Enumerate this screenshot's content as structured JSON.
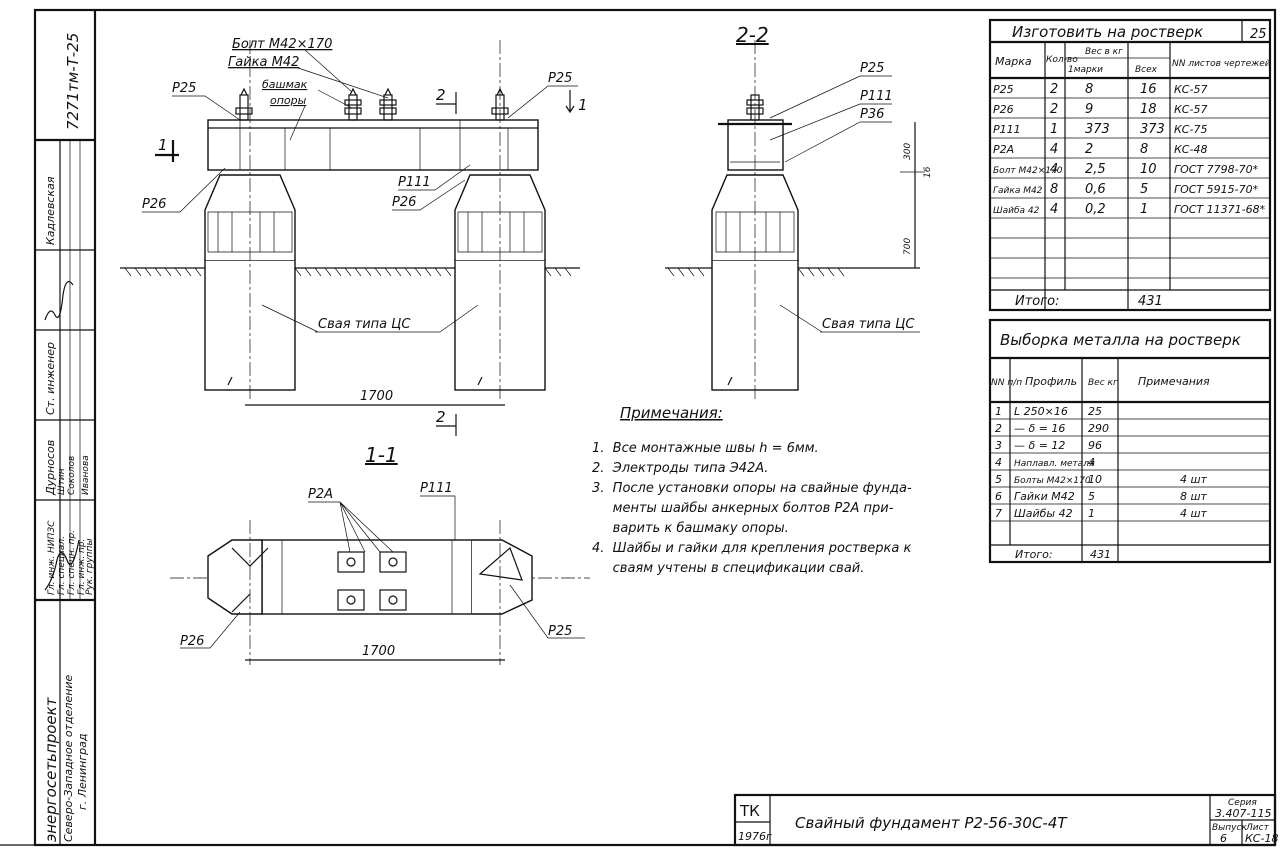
{
  "stamp_code": "7271тм-Т-25",
  "side_block": {
    "org_name": "энергосетьпроект",
    "org_branch": "Северо-Западное отделение",
    "org_city": "г. Ленинград",
    "roles": [
      "Гл. инж. НИПЗС",
      "Гл. специал.",
      "Гл. спецн. пр.",
      "Гл. инж. пр.",
      "Рук. группы",
      "Ст. инженер"
    ],
    "names": [
      "Дурносов",
      "Штин",
      "Соколов",
      "Иванова",
      "Кадлевская"
    ]
  },
  "views": {
    "front_title": "",
    "side_title": "2-2",
    "plan_title": "1-1",
    "cut_mark_2": "2",
    "cut_mark_1": "1"
  },
  "front_labels": {
    "bolt": "Болт М42×170",
    "nut": "Гайка М42",
    "shoe_1": "башмак",
    "shoe_2": "опоры",
    "p25_left": "Р25",
    "p25_right": "Р25",
    "p26_left": "Р26",
    "p26_bottom": "Р26",
    "p111": "Р111",
    "pile_left": "Свая типа ЦС",
    "dim_1700": "1700"
  },
  "side_labels": {
    "p25": "Р25",
    "p111": "Р111",
    "p36": "Р36",
    "dim_300": "300",
    "dim_16": "16",
    "dim_700": "700",
    "pile": "Свая типа ЦС"
  },
  "plan_labels": {
    "p2a": "Р2А",
    "p111": "Р111",
    "p26": "Р26",
    "p25": "Р25",
    "dim_1700": "1700"
  },
  "notes": {
    "title": "Примечания:",
    "items": [
      "1.  Все монтажные швы h = 6мм.",
      "2.  Электроды типа Э42А.",
      "3.  После установки опоры на свайные фунда-",
      "     менты шайбы анкерных болтов Р2А при-",
      "     варить к башмаку опоры.",
      "4.  Шайбы и гайки для крепления ростверка к",
      "     сваям учтены в спецификации свай."
    ]
  },
  "spec_table": {
    "title": "Изготовить на ростверк",
    "title_num": "25",
    "headers": {
      "mark": "Марка",
      "qty": "Кол-во",
      "weight": "Вес в кг",
      "per_mark": "1марки",
      "total": "Всех",
      "sheets": "NN листов чертежей"
    },
    "rows": [
      {
        "mark": "Р25",
        "qty": "2",
        "w1": "8",
        "wall": "16",
        "sheet": "КС-57"
      },
      {
        "mark": "Р26",
        "qty": "2",
        "w1": "9",
        "wall": "18",
        "sheet": "КС-57"
      },
      {
        "mark": "Р111",
        "qty": "1",
        "w1": "373",
        "wall": "373",
        "sheet": "КС-75"
      },
      {
        "mark": "Р2А",
        "qty": "4",
        "w1": "2",
        "wall": "8",
        "sheet": "КС-48"
      },
      {
        "mark": "Болт М42×170",
        "qty": "4",
        "w1": "2,5",
        "wall": "10",
        "sheet": "ГОСТ 7798-70*"
      },
      {
        "mark": "Гайка М42",
        "qty": "8",
        "w1": "0,6",
        "wall": "5",
        "sheet": "ГОСТ 5915-70*"
      },
      {
        "mark": "Шайба 42",
        "qty": "4",
        "w1": "0,2",
        "wall": "1",
        "sheet": "ГОСТ 11371-68*"
      }
    ],
    "total_label": "Итого:",
    "total_value": "431"
  },
  "metal_table": {
    "title": "Выборка металла на ростверк",
    "headers": {
      "num": "NN п/п",
      "profile": "Профиль",
      "weight": "Вес кг",
      "notes": "Примечания"
    },
    "rows": [
      {
        "n": "1",
        "profile": "L 250×16",
        "weight": "25",
        "note": ""
      },
      {
        "n": "2",
        "profile": "— δ = 16",
        "weight": "290",
        "note": ""
      },
      {
        "n": "3",
        "profile": "— δ = 12",
        "weight": "96",
        "note": ""
      },
      {
        "n": "4",
        "profile": "Наплавл. металл",
        "weight": "4",
        "note": ""
      },
      {
        "n": "5",
        "profile": "Болты М42×170",
        "weight": "10",
        "note": "4 шт"
      },
      {
        "n": "6",
        "profile": "Гайки М42",
        "weight": "5",
        "note": "8 шт"
      },
      {
        "n": "7",
        "profile": "Шайбы 42",
        "weight": "1",
        "note": "4 шт"
      }
    ],
    "total_label": "Итого:",
    "total_value": "431"
  },
  "title_block": {
    "tk": "ТК",
    "year": "1976г",
    "name": "Свайный фундамент Р2-56-30С-4Т",
    "series_label": "Серия",
    "series_value": "3.407-115",
    "issue_label": "Выпуск",
    "issue_value": "6",
    "sheet_label": "Лист",
    "sheet_value": "КС-18"
  }
}
